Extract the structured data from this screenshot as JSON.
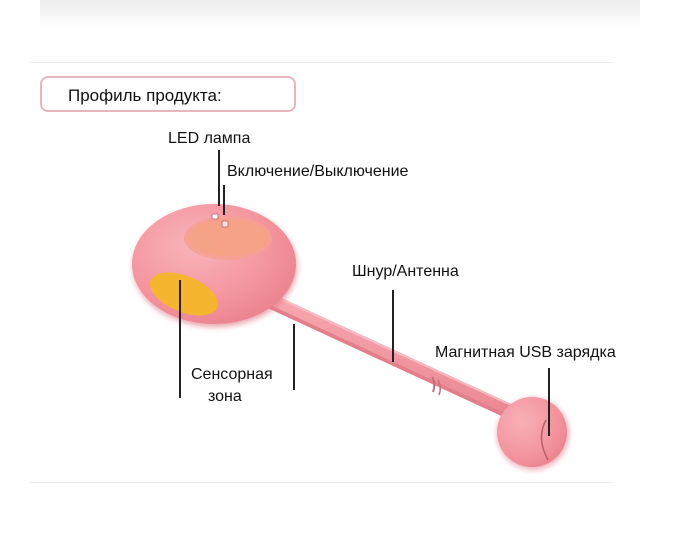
{
  "header": {
    "title": "Профиль продукта:"
  },
  "labels": {
    "led_lamp": "LED лампа",
    "power": "Включение/Выключение",
    "cord": "Шнур/Антенна",
    "magnetic_usb": "Магнитная USB зарядка",
    "sensor_line1": "Сенсорная",
    "sensor_line2": "зона"
  },
  "colors": {
    "body_pink": "#f4959f",
    "body_highlight": "#f9b8bf",
    "body_shadow": "#e97f8b",
    "sensor_yellow": "#f6b52f",
    "title_border": "#e8b5bf"
  }
}
